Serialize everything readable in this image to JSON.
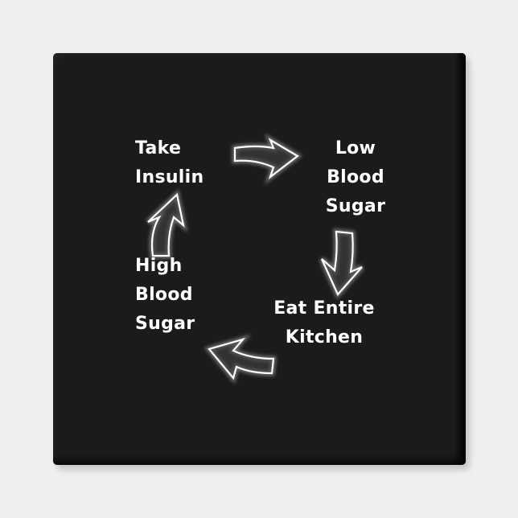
{
  "design": {
    "background_color": "#efefef",
    "tile_color": "#1b1b1b",
    "text_color": "#ffffff",
    "cycle": [
      {
        "id": "take-insulin",
        "lines": [
          "Take",
          "Insulin"
        ]
      },
      {
        "id": "low-blood-sugar",
        "lines": [
          "Low",
          "Blood",
          "Sugar"
        ]
      },
      {
        "id": "eat-entire-kitchen",
        "lines": [
          "Eat Entire",
          "Kitchen"
        ]
      },
      {
        "id": "high-blood-sugar",
        "lines": [
          "High",
          "Blood",
          "Sugar"
        ]
      }
    ],
    "arrows": [
      {
        "id": "arrow-right",
        "direction": "right",
        "from": "take-insulin",
        "to": "low-blood-sugar"
      },
      {
        "id": "arrow-down",
        "direction": "down",
        "from": "low-blood-sugar",
        "to": "eat-entire-kitchen"
      },
      {
        "id": "arrow-left",
        "direction": "left",
        "from": "eat-entire-kitchen",
        "to": "high-blood-sugar"
      },
      {
        "id": "arrow-up",
        "direction": "up",
        "from": "high-blood-sugar",
        "to": "take-insulin"
      }
    ]
  }
}
